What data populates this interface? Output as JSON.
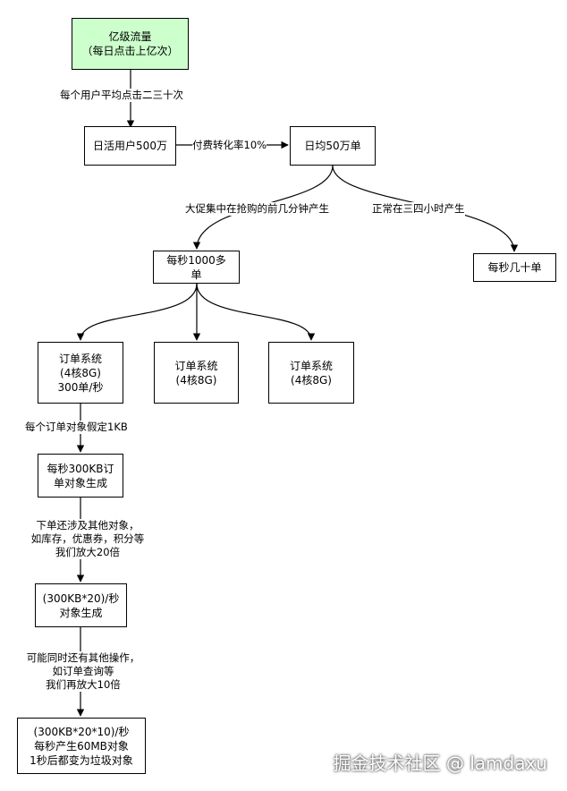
{
  "nodes": {
    "traffic": [
      "亿级流量",
      "（每日点击上亿次）"
    ],
    "dau": [
      "日活用户500万"
    ],
    "daily_orders": [
      "日均50万单"
    ],
    "peak_orders": [
      "每秒1000多",
      "单"
    ],
    "normal_orders": [
      "每秒几十单"
    ],
    "order_sys_1": [
      "订单系统",
      "(4核8G)",
      "300单/秒"
    ],
    "order_sys_2": [
      "订单系统",
      "(4核8G)"
    ],
    "order_sys_3": [
      "订单系统",
      "(4核8G)"
    ],
    "obj_300kb": [
      "每秒300KB订",
      "单对象生成"
    ],
    "obj_x20": [
      "(300KB*20)/秒",
      "对象生成"
    ],
    "obj_x200": [
      "(300KB*20*10)/秒",
      "每秒产生60MB对象",
      "1秒后都变为垃圾对象"
    ]
  },
  "edges": {
    "clicks_per_user": [
      "每个用户平均点击二三十次"
    ],
    "conversion": [
      "付费转化率10%"
    ],
    "promo": [
      "大促集中在抢购的前几分钟产生"
    ],
    "normal": [
      "正常在三四小时产生"
    ],
    "obj_size": [
      "每个订单对象假定1KB"
    ],
    "amplify_20": [
      "下单还涉及其他对象，",
      "如库存，优惠券，积分等",
      "我们放大20倍"
    ],
    "amplify_10": [
      "可能同时还有其他操作，",
      "如订单查询等",
      "我们再放大10倍"
    ]
  },
  "watermark": "掘金技术社区 @ lamdaxu",
  "colors": {
    "start_node_fill": "#ccffcc",
    "stroke": "#000000"
  }
}
